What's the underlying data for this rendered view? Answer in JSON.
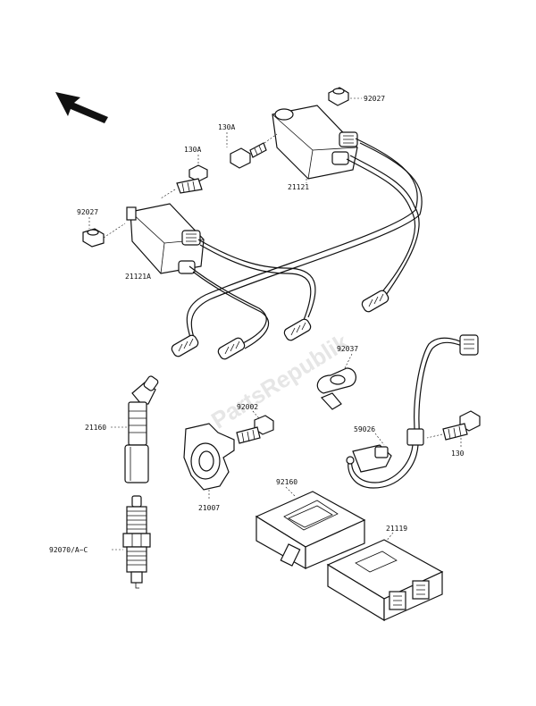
{
  "diagram": {
    "watermark": "PartsRepublik",
    "labels": {
      "p92027_top": "92027",
      "p130a": "130A",
      "p130a_left": "130A",
      "p21121": "21121",
      "p92027_left": "92027",
      "p21121a": "21121A",
      "p92037": "92037",
      "p21160": "21160",
      "p92002": "92002",
      "p59026": "59026",
      "p130": "130",
      "p21007": "21007",
      "p92160": "92160",
      "p21119": "21119",
      "p92070": "92070/A~C"
    }
  }
}
